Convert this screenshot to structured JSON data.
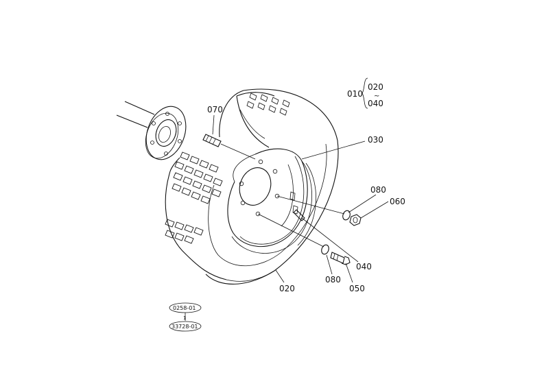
{
  "callouts": {
    "assembly_no": "010",
    "bracket_top": "020",
    "bracket_sep": "~",
    "bracket_bottom": "040",
    "c070": "070",
    "c030": "030",
    "c080_right": "080",
    "c060_right": "060",
    "c040": "040",
    "c080_bottom": "080",
    "c050": "050",
    "c020": "020"
  },
  "ref_marks": {
    "top": "0258-01",
    "connector": "1",
    "bottom": "33728-01"
  }
}
